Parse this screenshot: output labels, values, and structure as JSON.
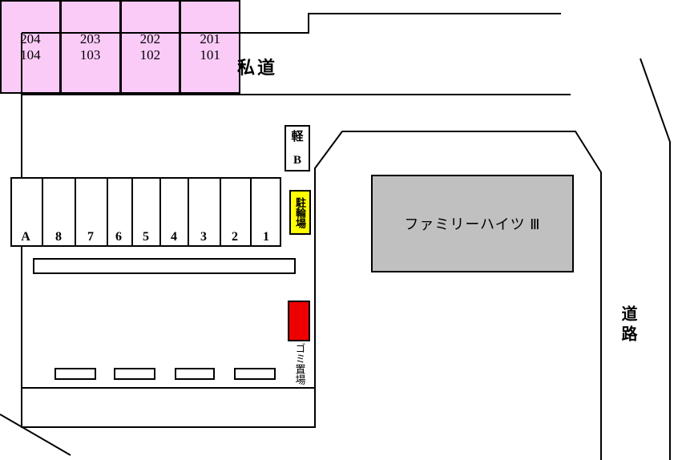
{
  "colors": {
    "background": "#FFFFFF",
    "line": "#000000",
    "unit_fill": "#FBCBF8",
    "building_fill": "#C0C0C0",
    "bicycle_fill": "#FFFF00",
    "garbage_fill": "#EE0000"
  },
  "roads": {
    "private_road": "私道",
    "public_road": "道路"
  },
  "building": {
    "name": "ファミリーハイツ Ⅲ"
  },
  "parking": {
    "stalls": [
      {
        "label": "A"
      },
      {
        "label": "8"
      },
      {
        "label": "7"
      },
      {
        "label": "6"
      },
      {
        "label": "5"
      },
      {
        "label": "4"
      },
      {
        "label": "3"
      },
      {
        "label": "2"
      },
      {
        "label": "1"
      }
    ],
    "kei": {
      "type_label": "軽",
      "space_label": "B"
    },
    "bicycle_label": "駐輪場"
  },
  "units": [
    {
      "upper": "204",
      "lower": "104"
    },
    {
      "upper": "203",
      "lower": "103"
    },
    {
      "upper": "202",
      "lower": "102"
    },
    {
      "upper": "201",
      "lower": "101"
    }
  ],
  "garbage": {
    "label": "ゴミ置場"
  }
}
